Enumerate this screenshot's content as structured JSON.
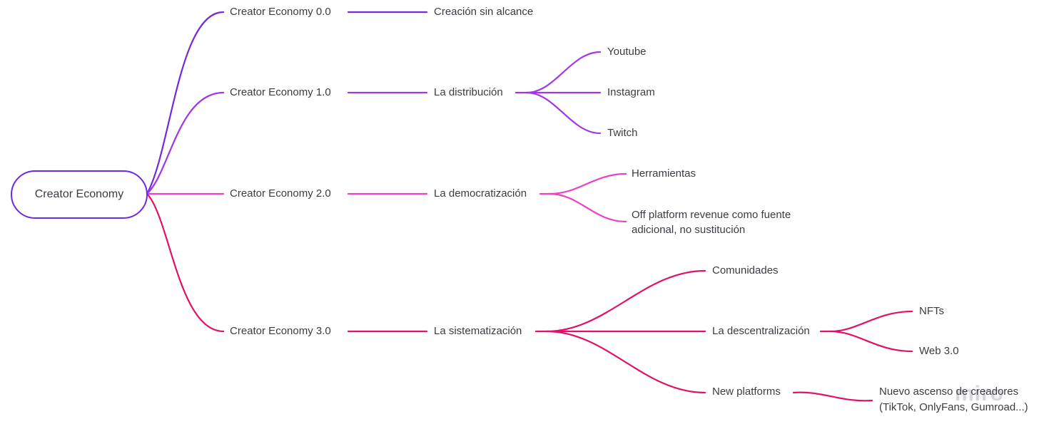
{
  "canvas": {
    "background": "#ffffff",
    "text_color": "#3e3a43"
  },
  "watermark": {
    "text": "miro",
    "color": "#cdd1d8"
  },
  "root": {
    "label": "Creator Economy",
    "border_color": "#6b2be0",
    "text_color": "#3e3a43"
  },
  "branches": [
    {
      "label": "Creator Economy 0.0",
      "color": "#7229e0",
      "children": [
        {
          "label": "Creación sin alcance",
          "children": []
        }
      ]
    },
    {
      "label": "Creator Economy 1.0",
      "color": "#a136e6",
      "children": [
        {
          "label": "La distribución",
          "children": [
            {
              "label": "Youtube"
            },
            {
              "label": "Instagram"
            },
            {
              "label": "Twitch"
            }
          ]
        }
      ]
    },
    {
      "label": "Creator Economy 2.0",
      "color": "#ee3fc8",
      "children": [
        {
          "label": "La democratización",
          "children": [
            {
              "label": "Herramientas"
            },
            {
              "label": "Off platform revenue como fuente adicional, no sustitución"
            }
          ]
        }
      ]
    },
    {
      "label": "Creator Economy 3.0",
      "color": "#e01167",
      "children": [
        {
          "label": "La sistematización",
          "children": [
            {
              "label": "Comunidades"
            },
            {
              "label": "La descentralización",
              "children": [
                {
                  "label": "NFTs"
                },
                {
                  "label": "Web 3.0"
                }
              ]
            },
            {
              "label": "New platforms",
              "children": [
                {
                  "label": "Nuevo ascenso de creadores (TikTok, OnlyFans, Gumroad...)"
                }
              ]
            }
          ]
        }
      ]
    }
  ]
}
